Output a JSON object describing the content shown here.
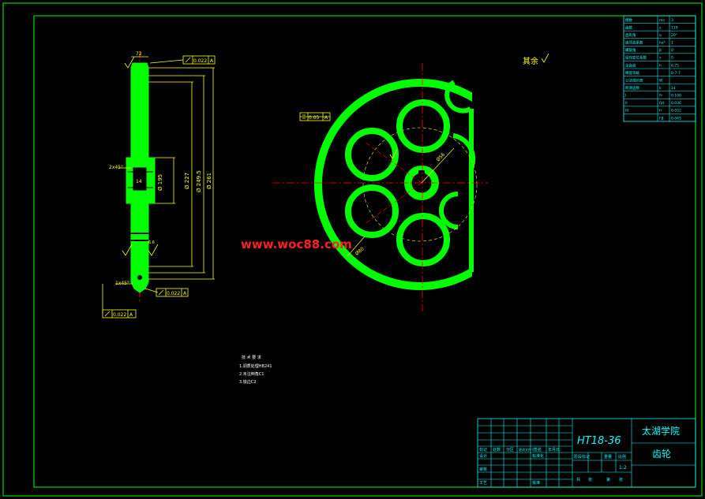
{
  "colors": {
    "background": "#000000",
    "frame": "#00ff00",
    "part": "#00ff00",
    "dimension": "#ffff00",
    "centerline": "#ff0000",
    "table": "#00ffff",
    "watermark": "#ff2020"
  },
  "watermark": "www.woc88.com",
  "shaft_view": {
    "dia_labels": [
      "Ø 195",
      "Ø 227",
      "Ø 249.5",
      "Ø 261"
    ],
    "top_tolerance": "0.022",
    "top_datum": "A",
    "bottom_tolerance": "0.022",
    "bottom_datum": "A",
    "left_tolerance": "0.022",
    "left_datum": "A",
    "chamfer_upper": "2x45°",
    "chamfer_lower": "1x45°",
    "top_width": "72",
    "hub_label": "14",
    "small_dim": "6.6"
  },
  "front_view": {
    "tolerance": "0.05",
    "datum": "A",
    "roughness_note": "其余",
    "bore_dim": "Ø56",
    "circle_dim": "Ø80"
  },
  "tech_notes": {
    "title": "技 术 要 求",
    "lines": [
      "1.调质处理HB241",
      "2.未注倒角C1",
      "3.锐边C2"
    ]
  },
  "param_table": {
    "rows": [
      [
        "模数",
        "mn",
        "3"
      ],
      [
        "齿数",
        "z",
        "119"
      ],
      [
        "齿形角",
        "α",
        "20°"
      ],
      [
        "齿顶高系数",
        "ha*",
        "1"
      ],
      [
        "螺旋角",
        "β",
        "0"
      ],
      [
        "径向变位系数",
        "x",
        "0"
      ],
      [
        "全齿高",
        "h",
        "6.75"
      ],
      [
        "精度等级",
        "",
        "8-7-7"
      ],
      [
        "公法线长度",
        "W",
        ""
      ],
      [
        "跨测齿数",
        "k",
        "14"
      ]
    ],
    "tol_rows": [
      [
        "I",
        "Fr",
        "0.100"
      ],
      [
        "II",
        "fpt",
        "0.036"
      ],
      [
        "III",
        "fr",
        "0.032"
      ],
      [
        "",
        "Fβ",
        "0.045"
      ]
    ]
  },
  "title_block": {
    "drawing_no": "HT18-36",
    "school": "太湖学院",
    "part_name": "齿轮",
    "labels_row1": [
      "标记",
      "处数",
      "分区",
      "更改文件号",
      "签名",
      "年月日"
    ],
    "labels_row2": [
      "设计",
      "",
      "标准化"
    ],
    "labels_row3": [
      "审核"
    ],
    "labels_row4": [
      "工艺",
      "批准"
    ],
    "stage_labels": [
      "阶段标记",
      "重量",
      "比例"
    ],
    "scale": "1:2",
    "sheet_labels": [
      "共",
      "张",
      "第",
      "张"
    ]
  }
}
